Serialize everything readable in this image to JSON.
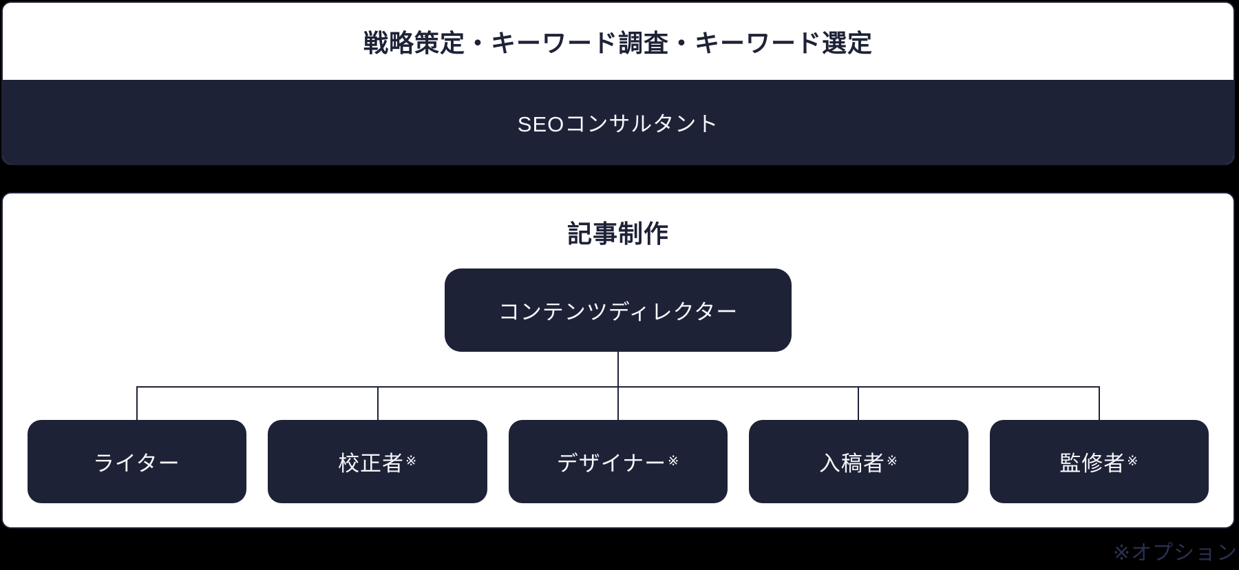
{
  "colors": {
    "background": "#000000",
    "card_background": "#ffffff",
    "navy": "#1e2237",
    "text_on_navy": "#f7f8fb",
    "footnote_text": "#2a3150"
  },
  "strategy_card": {
    "title": "戦略策定・キーワード調査・キーワード選定",
    "role": "SEOコンサルタント"
  },
  "production_card": {
    "title": "記事制作",
    "director": "コンテンツディレクター",
    "members": [
      {
        "name": "ライター",
        "marker": ""
      },
      {
        "name": "校正者",
        "marker": "※"
      },
      {
        "name": "デザイナー",
        "marker": "※"
      },
      {
        "name": "入稿者",
        "marker": "※"
      },
      {
        "name": "監修者",
        "marker": "※"
      }
    ]
  },
  "footnote": "※オプション"
}
